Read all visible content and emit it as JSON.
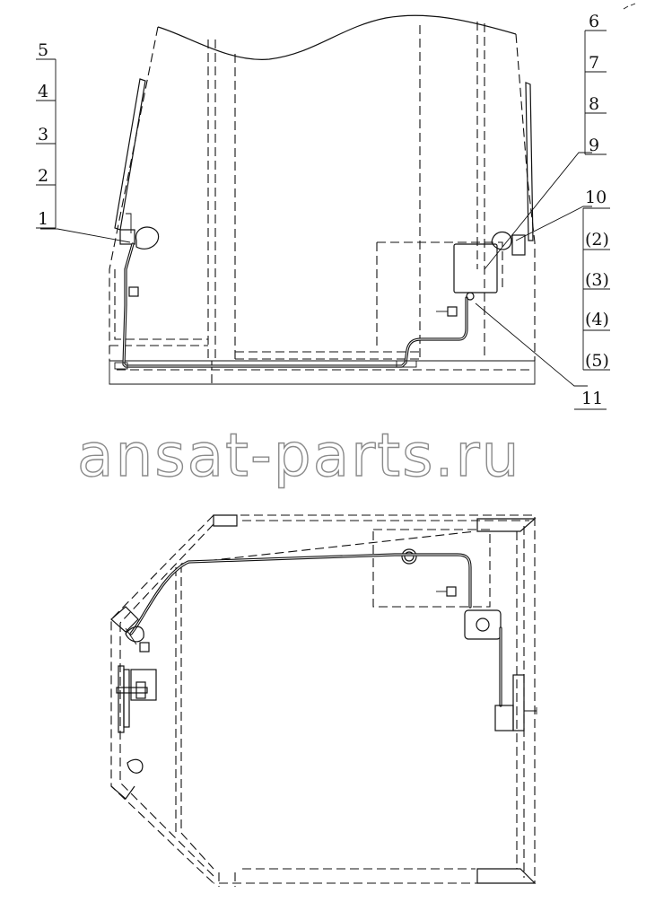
{
  "top_view": {
    "left_callouts": [
      "5",
      "4",
      "3",
      "2",
      "1"
    ],
    "right_callouts": [
      "6",
      "7",
      "8",
      "9",
      "10",
      "(2)",
      "(3)",
      "(4)",
      "(5)"
    ],
    "bottom_callout": "11"
  },
  "watermark": "ansat-parts.ru"
}
